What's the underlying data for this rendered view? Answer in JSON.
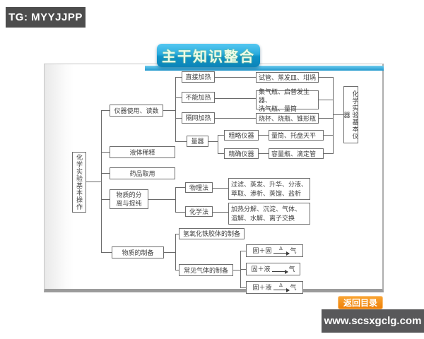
{
  "header": {
    "tg_badge": "TG: MYYJJPP"
  },
  "title": "主干知识整合",
  "footer": {
    "back_button": "返回目录",
    "watermark": "www.scsxgclg.com"
  },
  "colors": {
    "title_blue": "#1a9ed3",
    "accent_orange": "#f08519",
    "badge_gray": "#4d4d4d"
  },
  "diagram": {
    "root": "化学实验基本操作",
    "right_group": "化学实验基本仪器",
    "level1": {
      "instruments": "仪器使用、读数",
      "dilution": "液体稀释",
      "reagent": "药品取用",
      "separation": "物质的分\n离与提纯",
      "preparation": "物质的制备"
    },
    "heating": {
      "direct": "直接加热",
      "direct_items": "试管、蒸发皿、坩埚",
      "no_heat": "不能加热",
      "no_heat_items": "集气瓶、启普发生器、\n洗气瓶、量筒",
      "mesh": "隔网加热",
      "mesh_items": "烧杯、烧瓶、锥形瓶",
      "measuring": "量器",
      "rough": "粗略仪器",
      "rough_items": "量筒、托盘天平",
      "precise": "精确仪器",
      "precise_items": "容量瓶、滴定管"
    },
    "separation": {
      "physical": "物理法",
      "physical_items": "过滤、蒸发、升华、分液、\n萃取、渗析、蒸馏、盐析",
      "chemical": "化学法",
      "chemical_items": "加热分解、沉淀、气体、\n溶解、水解、离子交换"
    },
    "preparation": {
      "colloid": "氢氧化铁胶体的制备",
      "gases": "常见气体的制备",
      "reactions": [
        {
          "left": "固＋固",
          "cond": "Δ",
          "right": "气"
        },
        {
          "left": "固＋液",
          "cond": "",
          "right": "气"
        },
        {
          "left": "固＋液",
          "cond": "Δ",
          "right": "气"
        }
      ]
    }
  }
}
